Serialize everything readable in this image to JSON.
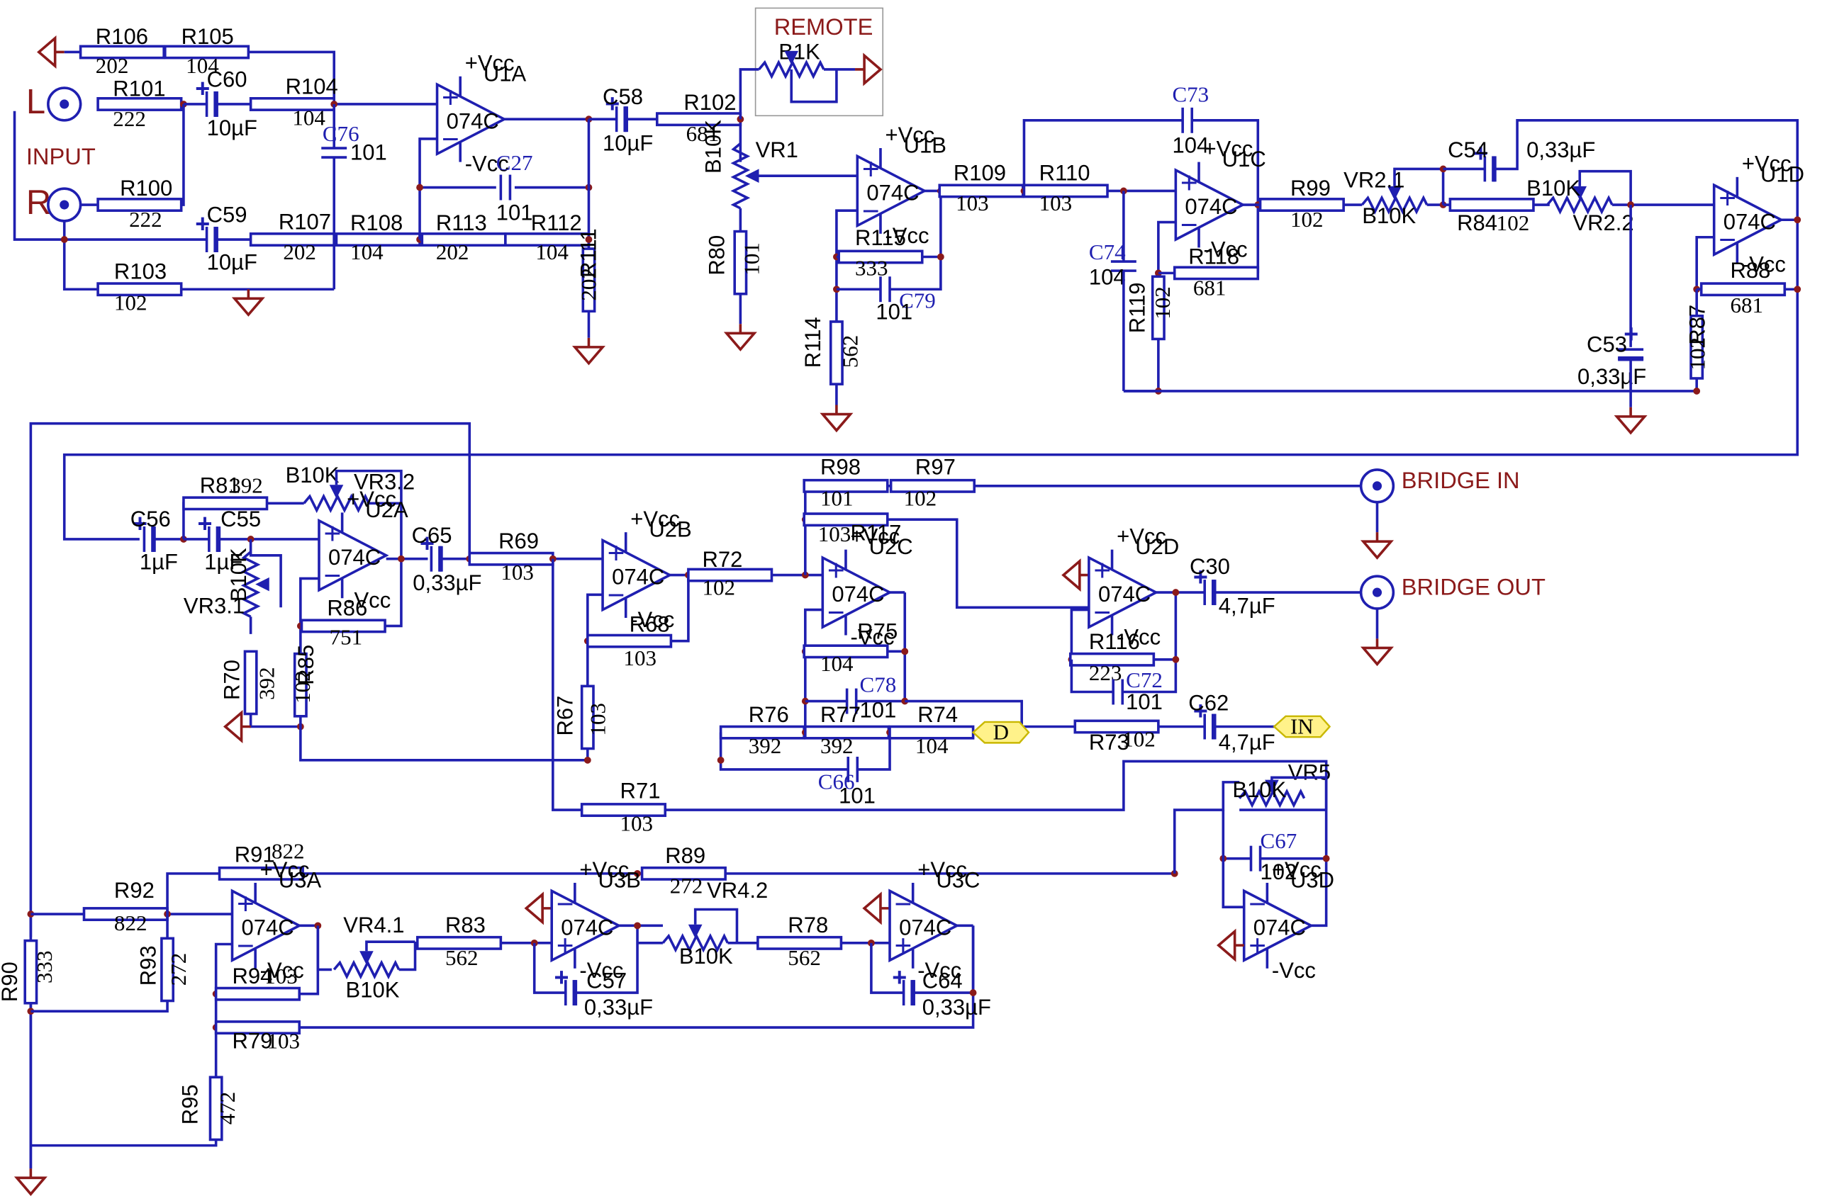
{
  "inputs": {
    "left": "L",
    "right": "R",
    "section": "INPUT"
  },
  "remote": {
    "label": "REMOTE",
    "pot": "B1K"
  },
  "connectors": {
    "bridge_in": "BRIDGE IN",
    "bridge_out": "BRIDGE OUT",
    "tag_d": "D",
    "tag_in": "IN"
  },
  "supply": {
    "pos": "+Vcc",
    "neg": "-Vcc"
  },
  "opamp_type": "074C",
  "opamps": [
    "U1A",
    "U1B",
    "U1C",
    "U1D",
    "U2A",
    "U2B",
    "U2C",
    "U2D",
    "U3A",
    "U3B",
    "U3C",
    "U3D"
  ],
  "resistors": [
    {
      "ref": "R106",
      "val": "202"
    },
    {
      "ref": "R105",
      "val": "104"
    },
    {
      "ref": "R101",
      "val": "222"
    },
    {
      "ref": "R104",
      "val": "104"
    },
    {
      "ref": "R100",
      "val": "222"
    },
    {
      "ref": "R107",
      "val": "202"
    },
    {
      "ref": "R108",
      "val": "104"
    },
    {
      "ref": "R103",
      "val": "102"
    },
    {
      "ref": "R113",
      "val": "202"
    },
    {
      "ref": "R112",
      "val": "104"
    },
    {
      "ref": "R111",
      "val": "202"
    },
    {
      "ref": "R102",
      "val": "681"
    },
    {
      "ref": "R80",
      "val": "101"
    },
    {
      "ref": "R109",
      "val": "103"
    },
    {
      "ref": "R115",
      "val": "333"
    },
    {
      "ref": "R114",
      "val": "562"
    },
    {
      "ref": "R110",
      "val": "103"
    },
    {
      "ref": "R118",
      "val": "681"
    },
    {
      "ref": "R119",
      "val": "102"
    },
    {
      "ref": "R99",
      "val": "102"
    },
    {
      "ref": "R84",
      "val": "102"
    },
    {
      "ref": "R88",
      "val": "681"
    },
    {
      "ref": "R87",
      "val": "102"
    },
    {
      "ref": "R81",
      "val": "392"
    },
    {
      "ref": "R86",
      "val": "751"
    },
    {
      "ref": "R70",
      "val": "392"
    },
    {
      "ref": "R85",
      "val": "102"
    },
    {
      "ref": "R69",
      "val": "103"
    },
    {
      "ref": "R68",
      "val": "103"
    },
    {
      "ref": "R67",
      "val": "103"
    },
    {
      "ref": "R72",
      "val": "102"
    },
    {
      "ref": "R98",
      "val": "101"
    },
    {
      "ref": "R97",
      "val": "102"
    },
    {
      "ref": "R117",
      "val": "103"
    },
    {
      "ref": "R75",
      "val": "104"
    },
    {
      "ref": "R76",
      "val": "392"
    },
    {
      "ref": "R77",
      "val": "392"
    },
    {
      "ref": "R74",
      "val": "104"
    },
    {
      "ref": "R71",
      "val": "103"
    },
    {
      "ref": "R116",
      "val": "223"
    },
    {
      "ref": "R73",
      "val": "102"
    },
    {
      "ref": "R91",
      "val": "822"
    },
    {
      "ref": "R92",
      "val": "822"
    },
    {
      "ref": "R90",
      "val": "333"
    },
    {
      "ref": "R93",
      "val": "272"
    },
    {
      "ref": "R94",
      "val": "103"
    },
    {
      "ref": "R79",
      "val": "103"
    },
    {
      "ref": "R95",
      "val": "472"
    },
    {
      "ref": "R83",
      "val": "562"
    },
    {
      "ref": "R89",
      "val": "272"
    },
    {
      "ref": "R78",
      "val": "562"
    }
  ],
  "capacitors": [
    {
      "ref": "C60",
      "val": "10µF"
    },
    {
      "ref": "C76",
      "val": "101"
    },
    {
      "ref": "C59",
      "val": "10µF"
    },
    {
      "ref": "C27",
      "val": "101"
    },
    {
      "ref": "C58",
      "val": "10µF"
    },
    {
      "ref": "C79",
      "val": "101"
    },
    {
      "ref": "C73",
      "val": "104"
    },
    {
      "ref": "C74",
      "val": "104"
    },
    {
      "ref": "C54",
      "val": "0,33µF"
    },
    {
      "ref": "C53",
      "val": "0,33µF"
    },
    {
      "ref": "C56",
      "val": "1µF"
    },
    {
      "ref": "C55",
      "val": "1µF"
    },
    {
      "ref": "C65",
      "val": "0,33µF"
    },
    {
      "ref": "C78",
      "val": "101"
    },
    {
      "ref": "C66",
      "val": "101"
    },
    {
      "ref": "C30",
      "val": "4,7µF"
    },
    {
      "ref": "C72",
      "val": "101"
    },
    {
      "ref": "C62",
      "val": "4,7µF"
    },
    {
      "ref": "C67",
      "val": "102"
    },
    {
      "ref": "C57",
      "val": "0,33µF"
    },
    {
      "ref": "C64",
      "val": "0,33µF"
    }
  ],
  "pots": [
    {
      "ref": "VR1",
      "val": "B10K"
    },
    {
      "ref": "VR2.1",
      "val": "B10K"
    },
    {
      "ref": "VR2.2",
      "val": "B10K"
    },
    {
      "ref": "VR3.1",
      "val": "B10K"
    },
    {
      "ref": "VR3.2",
      "val": "B10K"
    },
    {
      "ref": "VR4.1",
      "val": "B10K"
    },
    {
      "ref": "VR4.2",
      "val": "B10K"
    },
    {
      "ref": "VR5",
      "val": "B10K"
    }
  ]
}
